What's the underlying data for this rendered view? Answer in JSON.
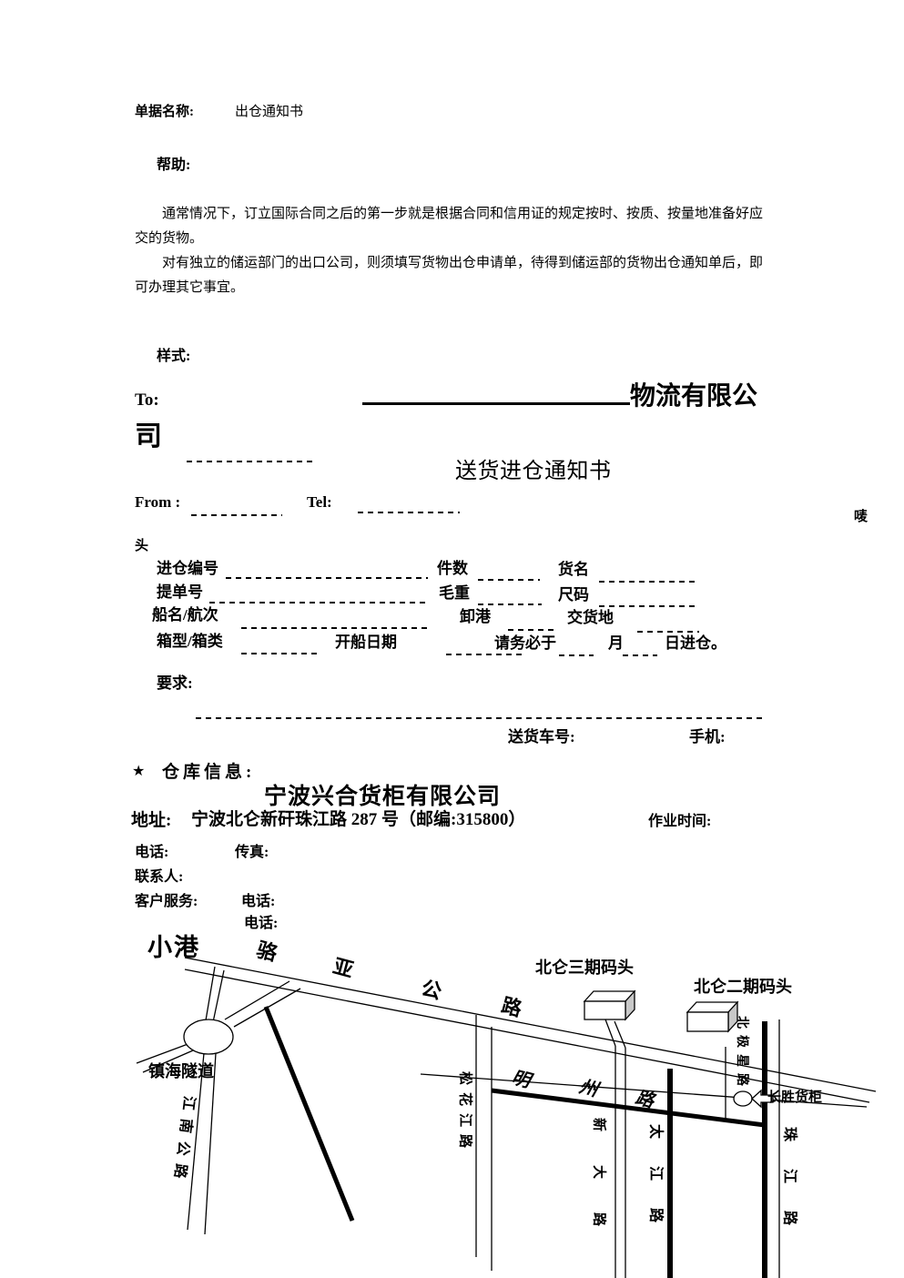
{
  "header": {
    "doc_name_label": "单据名称:",
    "doc_name_value": "出仓通知书",
    "help_label": "帮助:",
    "help_p1_line1": "通常情况下，订立国际合同之后的第一步就是根据合同和信用证的规定按时、按质、按量地准备好应",
    "help_p1_line2": "交的货物。",
    "help_p2_line1": "对有独立的储运部门的出口公司，则须填写货物出仓申请单，待得到储运部的货物出仓通知单后，即",
    "help_p2_line2": "可办理其它事宜。",
    "sample_label": "样式:"
  },
  "notice": {
    "to_label": "To:",
    "company_tail_line1": "物流有限公",
    "company_tail_line2": "司",
    "title": "送货进仓通知书",
    "from_label": "From :",
    "tel_label": "Tel:",
    "mark_char1": "唛",
    "mark_char2": "头",
    "row1_label1": "进仓编号",
    "row1_label2": "件数",
    "row1_label3": "货名",
    "row2_label1": "提单号",
    "row2_label2": "毛重",
    "row2_label3": "尺码",
    "row3_label1": "船名/航次",
    "row3_label2": "卸港",
    "row3_label3": "交货地",
    "row4_label1": "箱型/箱类",
    "row4_label2": "开船日期",
    "row4_label3": "请务必于",
    "row4_label4": "月",
    "row4_label5": "日进仓。",
    "require_label": "要求:",
    "vehicle_label": "送货车号:",
    "mobile_label": "手机:"
  },
  "warehouse": {
    "star": "★",
    "section_label": "仓库信息:",
    "company": "宁波兴合货柜有限公司",
    "address_label": "地址:",
    "address_value": "宁波北仑新矸珠江路 287 号（邮编:315800）",
    "worktime_label": "作业时间:",
    "phone_label": "电话:",
    "fax_label": "传真:",
    "contact_label": "联系人:",
    "service_label": "客户服务:",
    "service_phone_label": "电话:",
    "phone2_label": "电话:"
  },
  "map": {
    "xiaogang": "小港",
    "highway_chars": [
      "骆",
      "亚",
      "公",
      "路"
    ],
    "dock3": "北仑三期码头",
    "dock2": "北仑二期码头",
    "tunnel": "镇海隧道",
    "jiangnan_road": "江南公路",
    "songhua_road": "松花江路",
    "mingzhou_chars": [
      "明",
      "州",
      "路"
    ],
    "xinda_road": "新大路",
    "taijiang_road": "太江路",
    "zhujiang_road": "珠江路",
    "polaris_road": "北极星路",
    "changsheng": "长胜货柜",
    "colors": {
      "ink": "#000000",
      "box_side": "#c8c8c8",
      "paper": "#ffffff"
    }
  }
}
